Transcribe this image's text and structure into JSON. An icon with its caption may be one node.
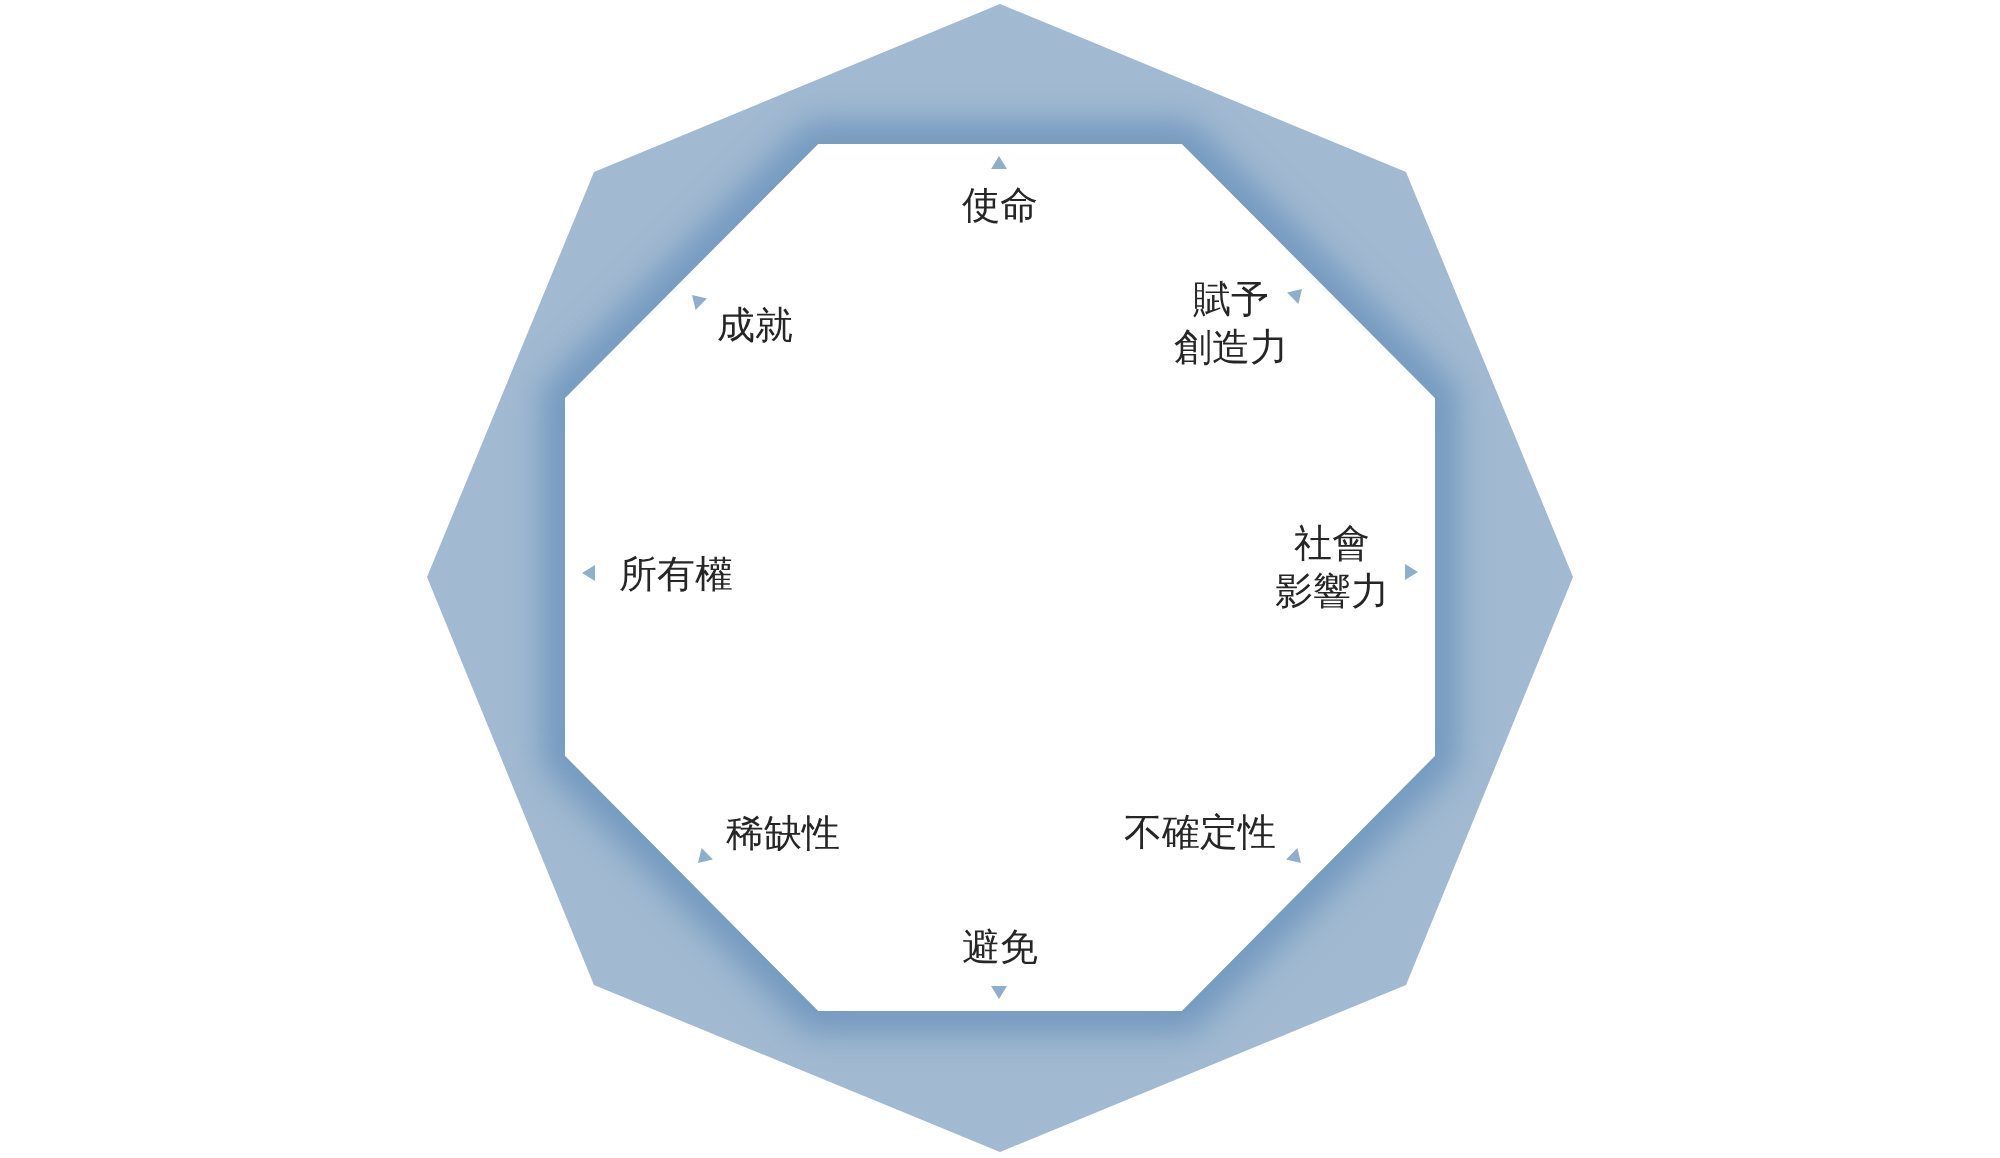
{
  "diagram": {
    "labels": [
      "使命",
      "賦予創造力",
      "社會影響力",
      "不確定性",
      "避免",
      "稀缺性",
      "所有權",
      "成就"
    ]
  }
}
